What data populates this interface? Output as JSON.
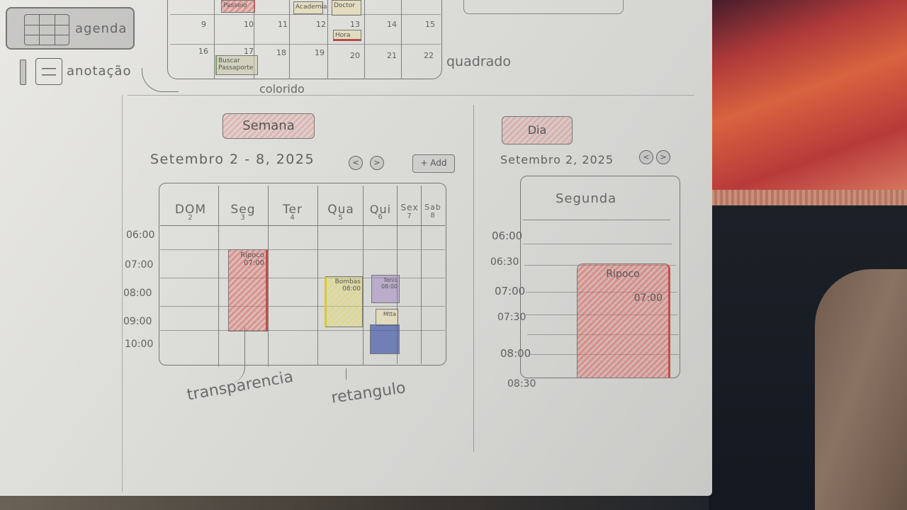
{
  "legend": {
    "grid_label": "agenda",
    "annotation_label": "anotação"
  },
  "month": {
    "row_a": [
      "9",
      "10",
      "11",
      "12",
      "13",
      "14",
      "15"
    ],
    "row_b": [
      "16",
      "17",
      "18",
      "19",
      "20",
      "21",
      "22"
    ],
    "top_events": [
      "Passeio",
      "Academia",
      "Doctor"
    ],
    "event_mid": "Hora",
    "event_bottom": "Buscar Passaporte",
    "annot_right": "quadrado",
    "annot_bottom": "colorido"
  },
  "week": {
    "mode_label": "Semana",
    "date_range": "Setembro 2 - 8, 2025",
    "prev_icon": "<",
    "next_icon": ">",
    "add_label": "+ Add",
    "days": [
      {
        "name": "DOM",
        "num": "2"
      },
      {
        "name": "Seg",
        "num": "3"
      },
      {
        "name": "Ter",
        "num": "4"
      },
      {
        "name": "Qua",
        "num": "5"
      },
      {
        "name": "Qui",
        "num": "6"
      },
      {
        "name": "Sex",
        "num": "7"
      },
      {
        "name": "Sab",
        "num": "8"
      }
    ],
    "hours": [
      "06:00",
      "07:00",
      "08:00",
      "09:00",
      "10:00"
    ],
    "events": [
      {
        "title": "Ripoco",
        "time": "07:00"
      },
      {
        "title": "Bombas",
        "time": "08:00"
      },
      {
        "title": "Tenis",
        "time": "08:00"
      },
      {
        "title": "Mtta",
        "time": ""
      }
    ],
    "annot_left": "transparencia",
    "annot_right": "retangulo"
  },
  "day": {
    "mode_label": "Dia",
    "date": "Setembro 2, 2025",
    "day_name": "Segunda",
    "times": [
      "06:00",
      "06:30",
      "07:00",
      "07:30",
      "08:00",
      "08:30"
    ],
    "event_title": "Ripoco",
    "event_time": "07:00"
  }
}
